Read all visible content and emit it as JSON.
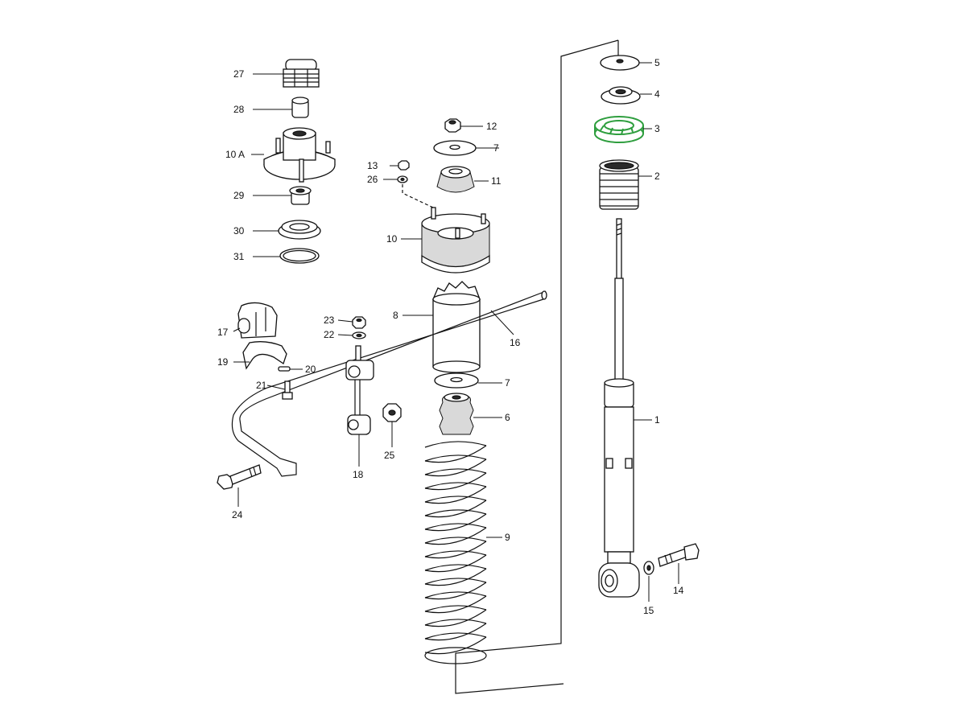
{
  "diagram": {
    "highlight_color": "#2e9e3e",
    "callouts": {
      "c1": "1",
      "c2": "2",
      "c3": "3",
      "c4": "4",
      "c5": "5",
      "c6": "6",
      "c7a": "7",
      "c7b": "7",
      "c8": "8",
      "c9": "9",
      "c10": "10",
      "c10a": "10 A",
      "c11": "11",
      "c12": "12",
      "c13": "13",
      "c14": "14",
      "c15": "15",
      "c16": "16",
      "c17": "17",
      "c18": "18",
      "c19": "19",
      "c20": "20",
      "c21": "21",
      "c22": "22",
      "c23": "23",
      "c24": "24",
      "c25": "25",
      "c26": "26",
      "c27": "27",
      "c28": "28",
      "c29": "29",
      "c30": "30",
      "c31": "31"
    },
    "highlighted_part": "3"
  }
}
